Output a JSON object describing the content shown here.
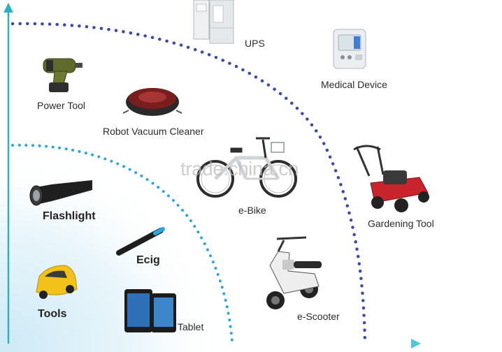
{
  "labels": {
    "ups": "UPS",
    "medical_device": "Medical Device",
    "power_tool": "Power Tool",
    "robot_vacuum": "Robot Vacuum Cleaner",
    "flashlight": "Flashlight",
    "ebike": "e-Bike",
    "gardening_tool": "Gardening Tool",
    "ecig": "Ecig",
    "tools": "Tools",
    "tablet": "Tablet",
    "escooter": "e-Scooter"
  },
  "watermark": "trade.china.cn",
  "colors": {
    "axis": "#2fb0c4",
    "outer_dots": "#3d4aa8",
    "inner_dots": "#2ea6da"
  },
  "icons": [
    "ups-cabinet-icon",
    "medical-device-icon",
    "power-drill-icon",
    "robot-vacuum-icon",
    "flashlight-icon",
    "ebike-icon",
    "lawn-mower-icon",
    "ecig-icon",
    "toy-car-icon",
    "tablet-icon",
    "scooter-icon"
  ]
}
